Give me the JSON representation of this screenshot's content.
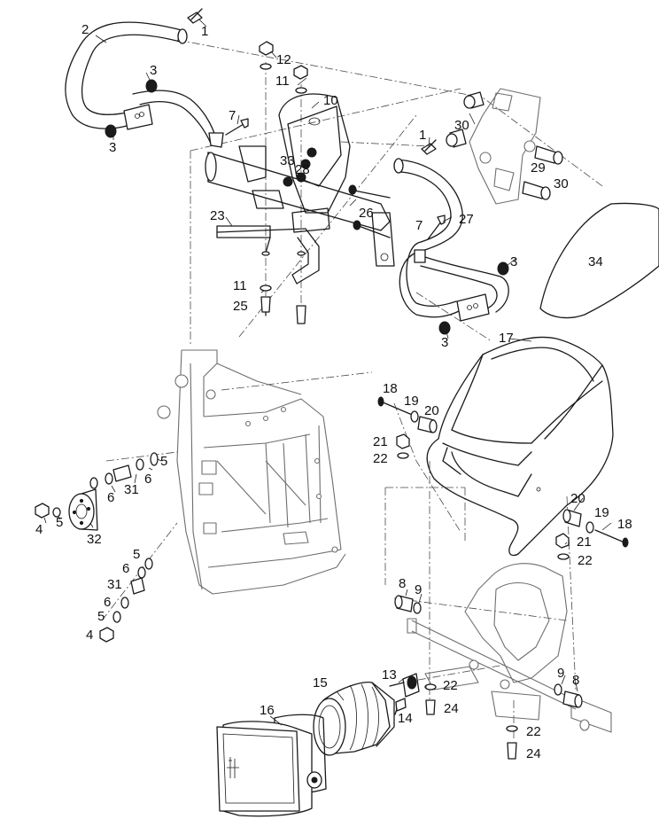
{
  "callouts": [
    "1",
    "2",
    "3",
    "3",
    "12",
    "11",
    "10",
    "7",
    "33",
    "28",
    "1",
    "30",
    "30",
    "29",
    "26",
    "27",
    "23",
    "7",
    "3",
    "3",
    "11",
    "25",
    "34",
    "17",
    "18",
    "19",
    "20",
    "21",
    "22",
    "5",
    "6",
    "6",
    "31",
    "4",
    "5",
    "32",
    "20",
    "19",
    "18",
    "21",
    "22",
    "5",
    "6",
    "31",
    "6",
    "5",
    "4",
    "8",
    "9",
    "15",
    "13",
    "22",
    "14",
    "24",
    "16",
    "9",
    "8",
    "22",
    "24"
  ]
}
